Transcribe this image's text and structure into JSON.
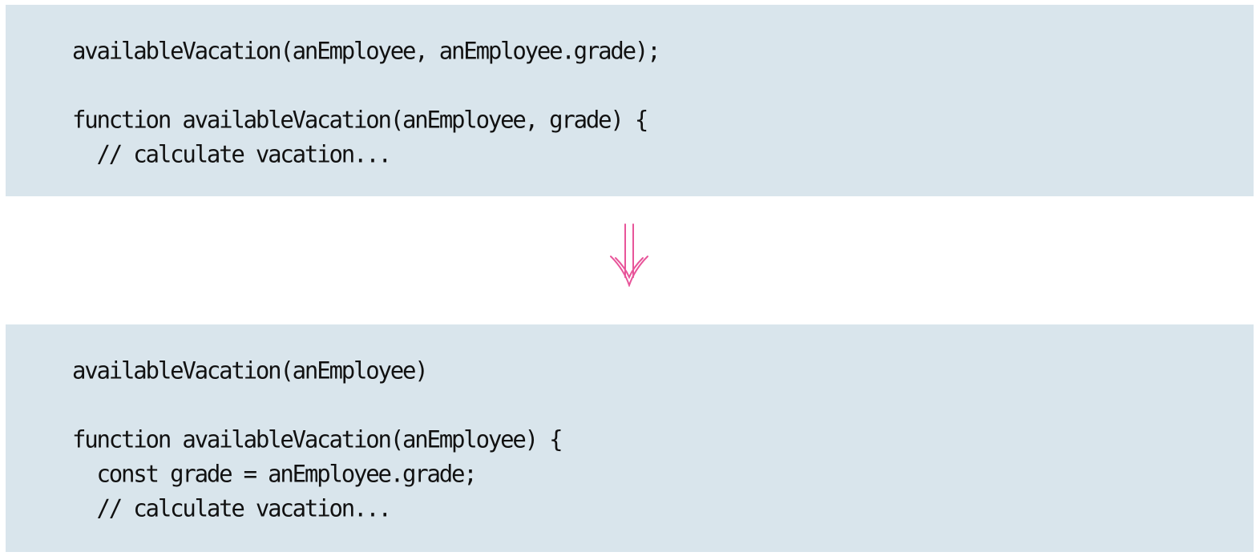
{
  "before": {
    "lines": [
      "availableVacation(anEmployee, anEmployee.grade);",
      "",
      "function availableVacation(anEmployee, grade) {",
      "  // calculate vacation..."
    ]
  },
  "arrow": {
    "icon": "double-down-arrow-icon",
    "color": "#e8559a"
  },
  "after": {
    "lines": [
      "availableVacation(anEmployee)",
      "",
      "function availableVacation(anEmployee) {",
      "  const grade = anEmployee.grade;",
      "  // calculate vacation..."
    ]
  },
  "colors": {
    "panel_background": "#d9e5ec",
    "code_text": "#111111"
  }
}
